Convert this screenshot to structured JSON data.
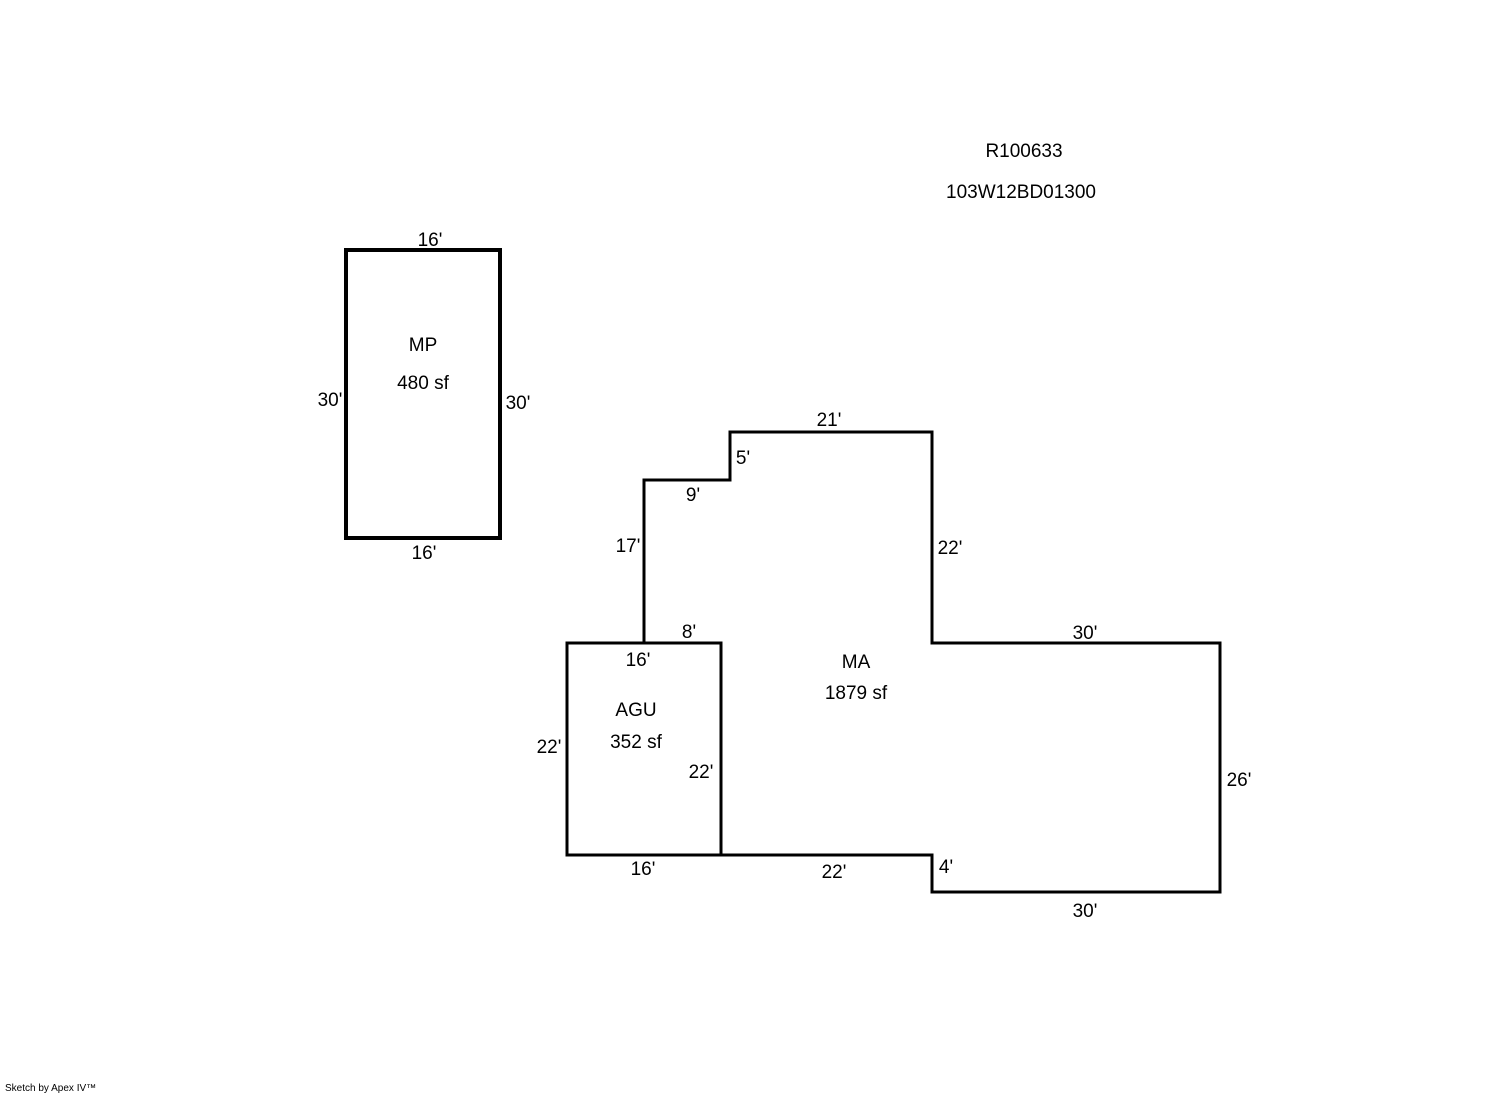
{
  "header": {
    "account_number": "R100633",
    "map_tax_lot": "103W12BD01300"
  },
  "footer": {
    "credit": "Sketch by Apex IV™"
  },
  "areas": {
    "mp": {
      "code": "MP",
      "area": "480 sf",
      "dims": {
        "top": "16'",
        "bottom": "16'",
        "left": "30'",
        "right": "30'"
      }
    },
    "ma": {
      "code": "MA",
      "area": "1879 sf",
      "dims": {
        "top": "21'",
        "step_vertical": "5'",
        "step_horizontal": "9'",
        "left_upper": "17'",
        "right_upper": "22'",
        "top_right_wing": "30'",
        "right": "26'",
        "bottom_right_wing": "30'",
        "bottom_step": "4'",
        "bottom_middle": "22'",
        "top_left_ledge": "8'"
      }
    },
    "agu": {
      "code": "AGU",
      "area": "352 sf",
      "dims": {
        "top": "16'",
        "bottom": "16'",
        "left": "22'",
        "right": "22'"
      }
    }
  }
}
